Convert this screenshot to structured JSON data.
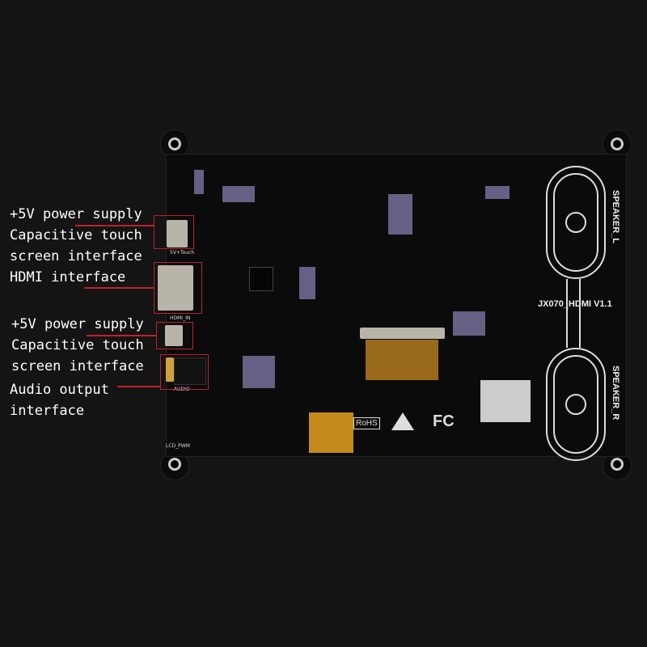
{
  "annotations": [
    {
      "text": "+5V power supply\nCapacitive touch\nscreen interface"
    },
    {
      "text": "HDMI interface"
    },
    {
      "text": "+5V power supply\nCapacitive touch\nscreen interface"
    },
    {
      "text": "Audio output\ninterface"
    }
  ],
  "board": {
    "model": "JX070_HDMI V1.1",
    "speaker_left": "SPEAKER_L",
    "speaker_right": "SPEAKER_R",
    "silk_5v_touch": "5V+Touch",
    "silk_hdmi": "HDMI_IN",
    "silk_audio": "AUDIO",
    "silk_lcd": "LCD_PWM",
    "rohs": "RoHS",
    "fc": "FC"
  },
  "colors": {
    "annotation_line": "#c0202a",
    "background": "#141414"
  }
}
